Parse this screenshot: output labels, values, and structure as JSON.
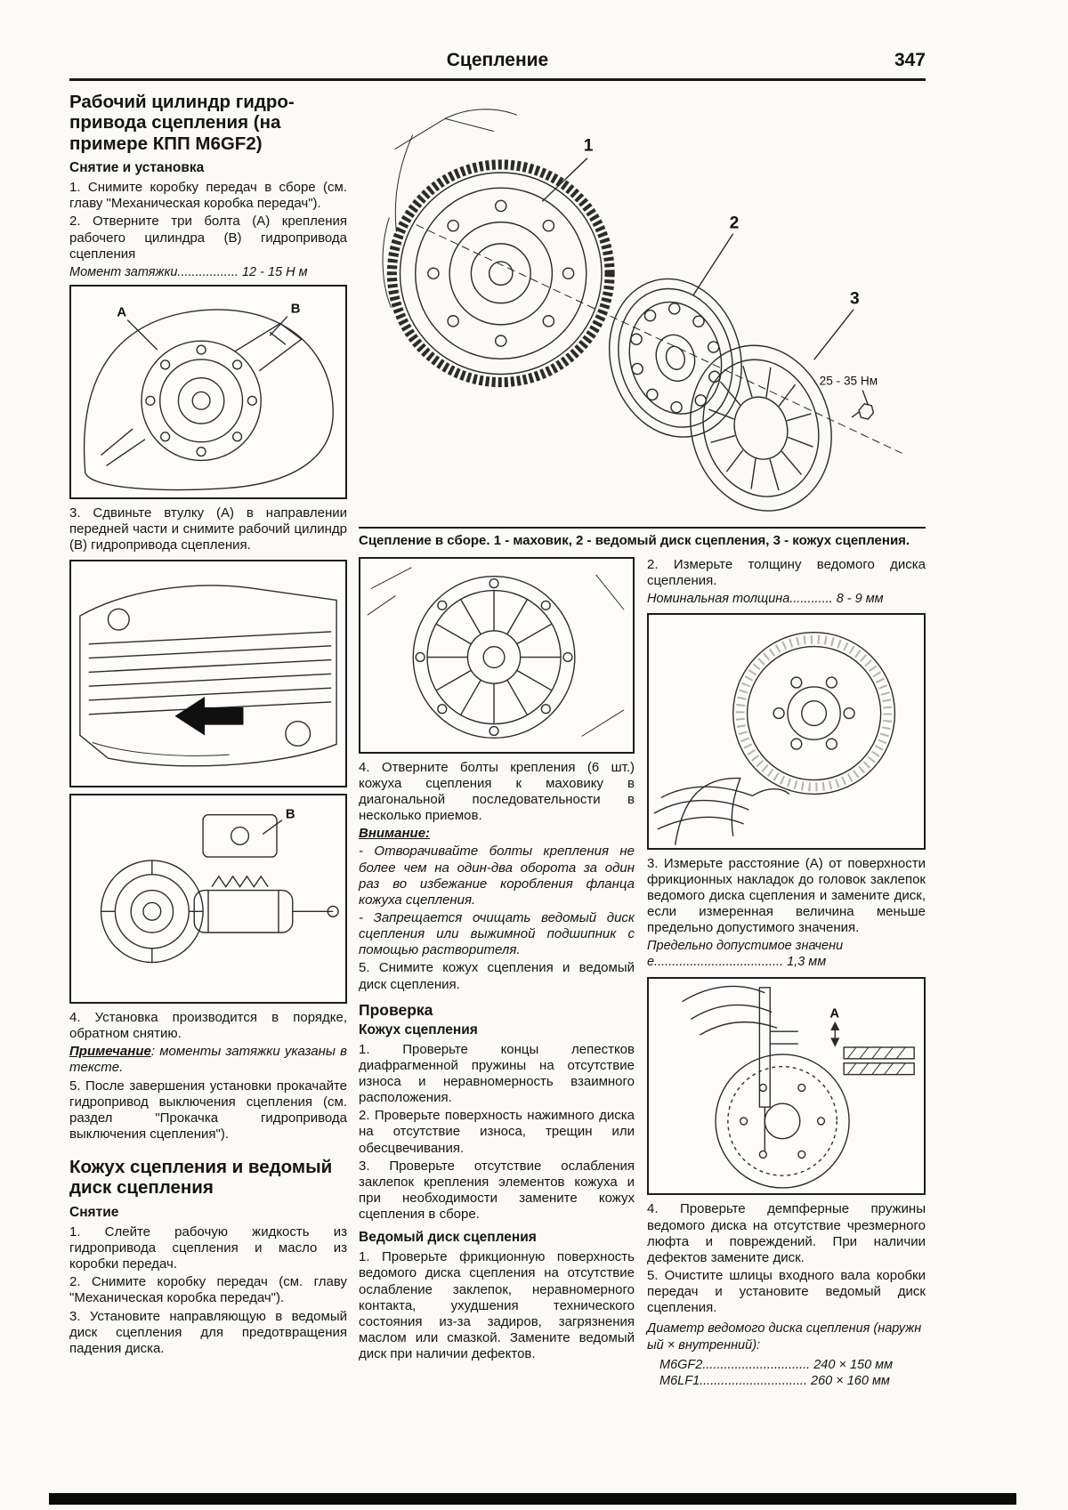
{
  "page": {
    "title": "Сцепление",
    "number": "347"
  },
  "left": {
    "h1": "Рабочий цилиндр гидро-привода сцепления (на примере КПП M6GF2)",
    "sub1": "Снятие и установка",
    "p1": "1. Снимите коробку передач в сборе (см. главу \"Механическая коробка передач\").",
    "p2": "2. Отверните три болта (А) крепления рабочего цилиндра (В) гидропривода сцепления",
    "spec_torque": "Момент затяжки................. 12 - 15 Н м",
    "p3": "3. Сдвиньте втулку (А) в направлении передней части и снимите рабочий цилиндр (В) гидропривода сцепления.",
    "p4": "4. Установка производится в порядке, обратном снятию.",
    "note_label": "Примечание",
    "note_text": ": моменты затяжки указаны в тексте.",
    "p5": "5. После завершения установки прокачайте гидропривод выключения сцепления (см. раздел \"Прокачка гидропривода выключения сцепления\").",
    "h2": "Кожух сцепления и ведомый диск сцепления",
    "sub2": "Снятие",
    "s1": "1. Слейте рабочую жидкость из гидропривода сцепления и масло из коробки передач.",
    "s2": "2. Снимите коробку передач (см. главу \"Механическая коробка передач\").",
    "s3": "3. Установите направляющую в ведомый диск сцепления для предотвращения падения диска."
  },
  "assembly": {
    "caption": "Сцепление в сборе. 1 - маховик, 2 - ведомый диск сцепления, 3 - кожух сцепления.",
    "n1": "1",
    "n2": "2",
    "n3": "3",
    "torque": "25 - 35 Нм"
  },
  "middle": {
    "p4": "4. Отверните болты крепления (6 шт.) кожуха сцепления к маховику в диагональной последовательности в несколько приемов.",
    "warn_label": "Внимание:",
    "warn1": "- Отворачивайте болты крепления не более чем на один-два оборота за один раз во избежание коробления фланца кожуха сцепления.",
    "warn2": "- Запрещается очищать ведомый диск сцепления или выжимной подшипник с помощью растворителя.",
    "p5": "5. Снимите кожух сцепления и ведомый диск сцепления.",
    "h_check": "Проверка",
    "sub_cover": "Кожух сцепления",
    "c1": "1. Проверьте концы лепестков диафрагменной пружины на отсутствие износа и неравномерность взаимного расположения.",
    "c2": "2. Проверьте поверхность нажимного диска на отсутствие износа, трещин или обесцвечивания.",
    "c3": "3. Проверьте отсутствие ослабления заклепок крепления элементов кожуха и при необходимости замените кожух сцепления в сборе.",
    "sub_disc": "Ведомый диск сцепления",
    "d1": "1. Проверьте фрикционную поверхность ведомого диска сцепления на отсутствие ослабление заклепок, неравномерного контакта, ухудшения технического состояния из-за задиров, загрязнения маслом или смазкой. Замените ведомый диск при наличии дефектов."
  },
  "right": {
    "p2": "2. Измерьте толщину ведомого диска сцепления.",
    "spec_thickness": "Номинальная толщина............ 8 - 9 мм",
    "p3": "3. Измерьте расстояние (А) от поверхности фрикционных накладок до головок заклепок ведомого диска сцепления и замените диск, если измеренная величина меньше предельно допустимого значения.",
    "spec_limit": "Предельно допустимое значение.................................... 1,3 мм",
    "p4": "4. Проверьте демпферные пружины ведомого диска на отсутствие чрезмерного люфта и повреждений. При наличии дефектов замените диск.",
    "p5": "5. Очистите шлицы входного вала коробки передач и установите ведомый диск сцепления.",
    "spec_dia": "Диаметр ведомого диска сцепления (наружный × внутренний):",
    "spec_m6gf2": "M6GF2.............................. 240 × 150 мм",
    "spec_m6lf1": "M6LF1.............................. 260 × 160 мм"
  },
  "figures": {
    "fig1": {
      "a": "А",
      "b": "В"
    },
    "fig3": {
      "b": "В"
    },
    "fig6": {
      "a": "А"
    }
  }
}
